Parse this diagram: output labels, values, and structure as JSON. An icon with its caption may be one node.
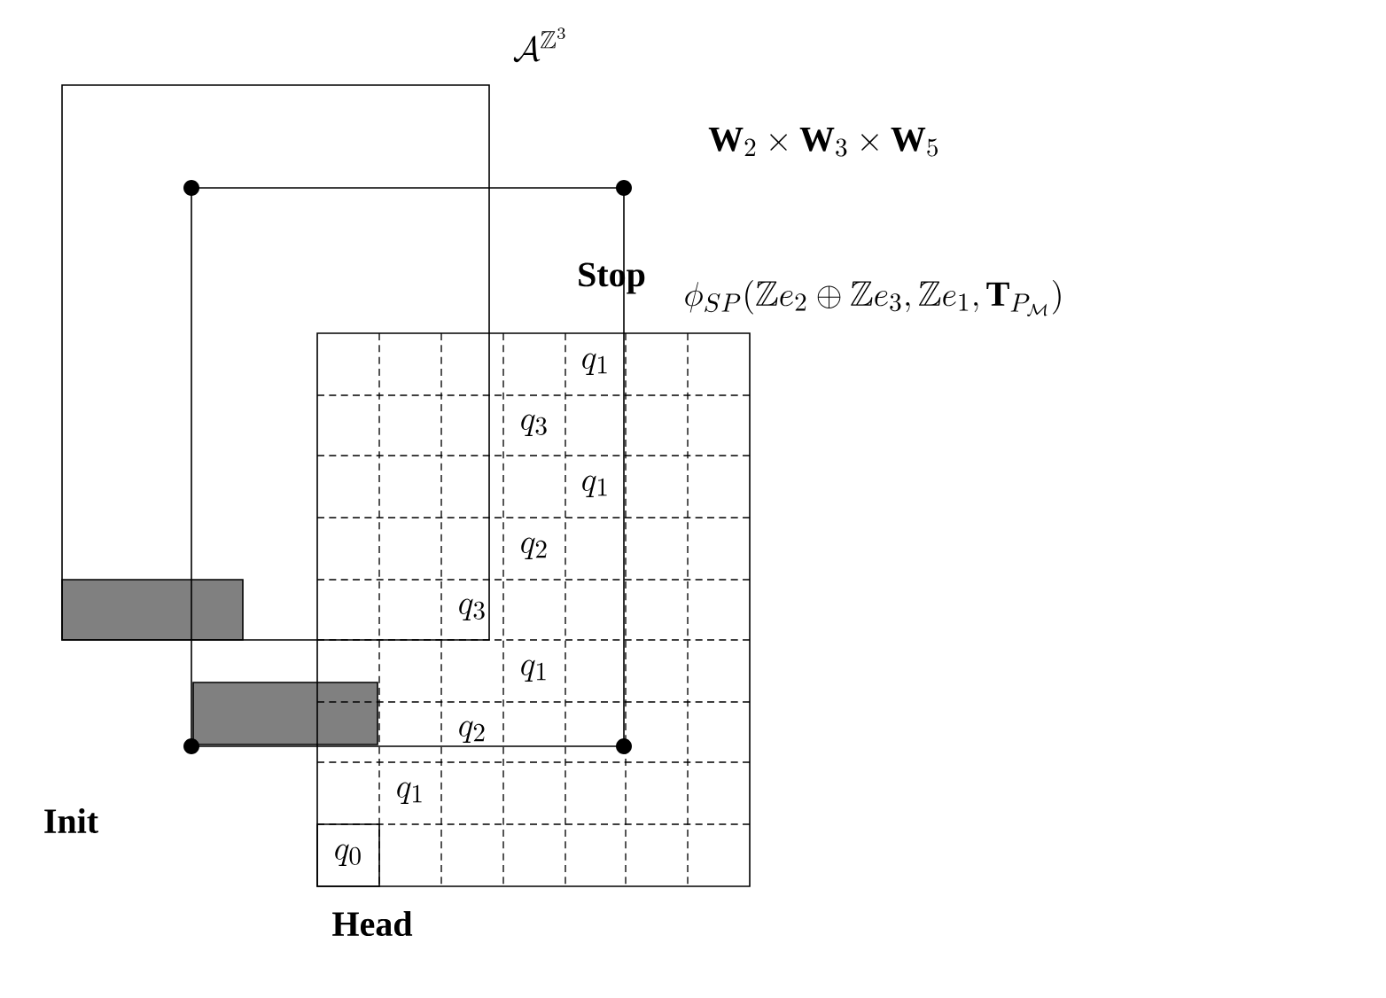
{
  "diagram": {
    "labels": [
      "\\mathcal{A}^{\\mathbb{Z}^3}",
      "\\mathbf{W}_2\\times\\mathbf{W}_3\\times\\mathbf{W}_5",
      "Stop",
      "\\phi_{SP}(\\mathbb{Z}e_2\\oplus\\mathbb{Z}e_3,\\mathbb{Z}e_1,\\mathbf{T}_{P_{\\mathcal{M}}})",
      "q_1",
      "q_3",
      "q_1",
      "q_2",
      "q_3",
      "q_1",
      "q_2",
      "q_1",
      "q_0",
      "Init",
      "Head"
    ]
  }
}
